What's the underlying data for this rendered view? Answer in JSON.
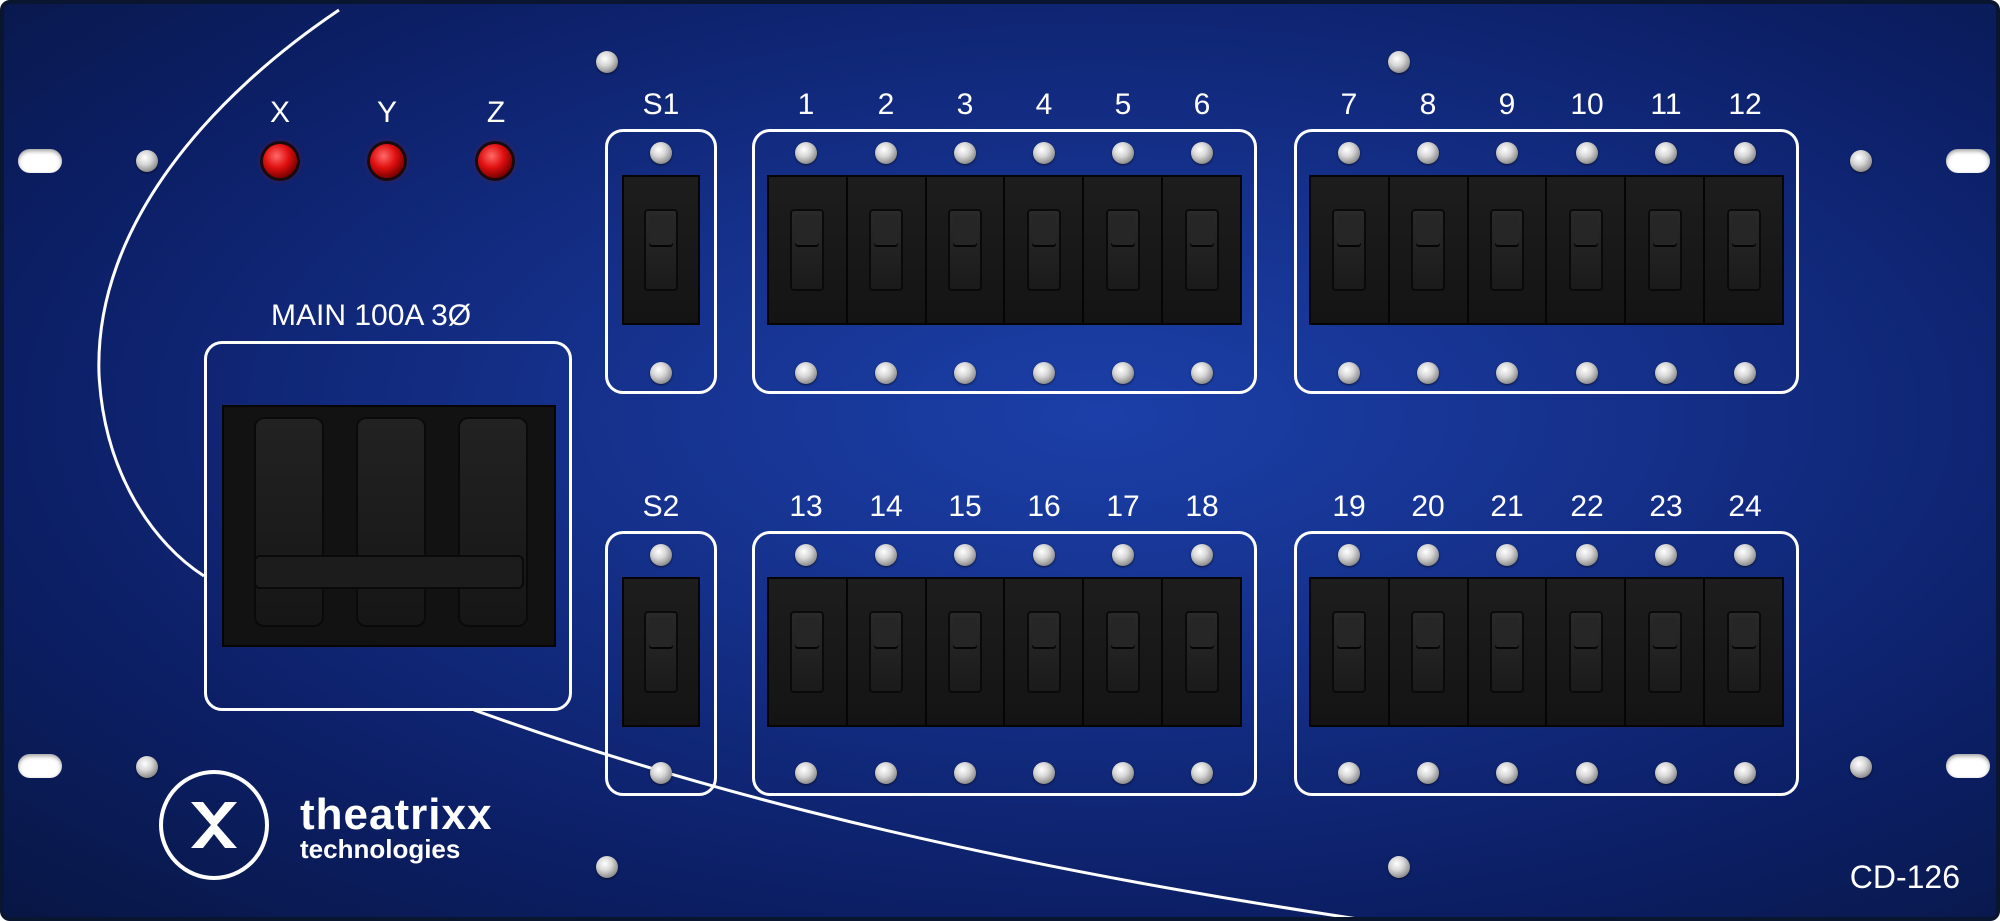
{
  "phase_indicators": [
    "X",
    "Y",
    "Z"
  ],
  "main_breaker_label": "MAIN 100A 3Ø",
  "special_breakers": [
    "S1",
    "S2"
  ],
  "breaker_banks": [
    {
      "row": "top",
      "channels": [
        "1",
        "2",
        "3",
        "4",
        "5",
        "6"
      ]
    },
    {
      "row": "top",
      "channels": [
        "7",
        "8",
        "9",
        "10",
        "11",
        "12"
      ]
    },
    {
      "row": "bottom",
      "channels": [
        "13",
        "14",
        "15",
        "16",
        "17",
        "18"
      ]
    },
    {
      "row": "bottom",
      "channels": [
        "19",
        "20",
        "21",
        "22",
        "23",
        "24"
      ]
    }
  ],
  "brand": {
    "name": "theatrixx",
    "sub": "technologies"
  },
  "model": "CD-126",
  "colors": {
    "panel": "#15308a",
    "led": "#e01010",
    "breaker": "#141414",
    "outline": "#ffffff"
  }
}
